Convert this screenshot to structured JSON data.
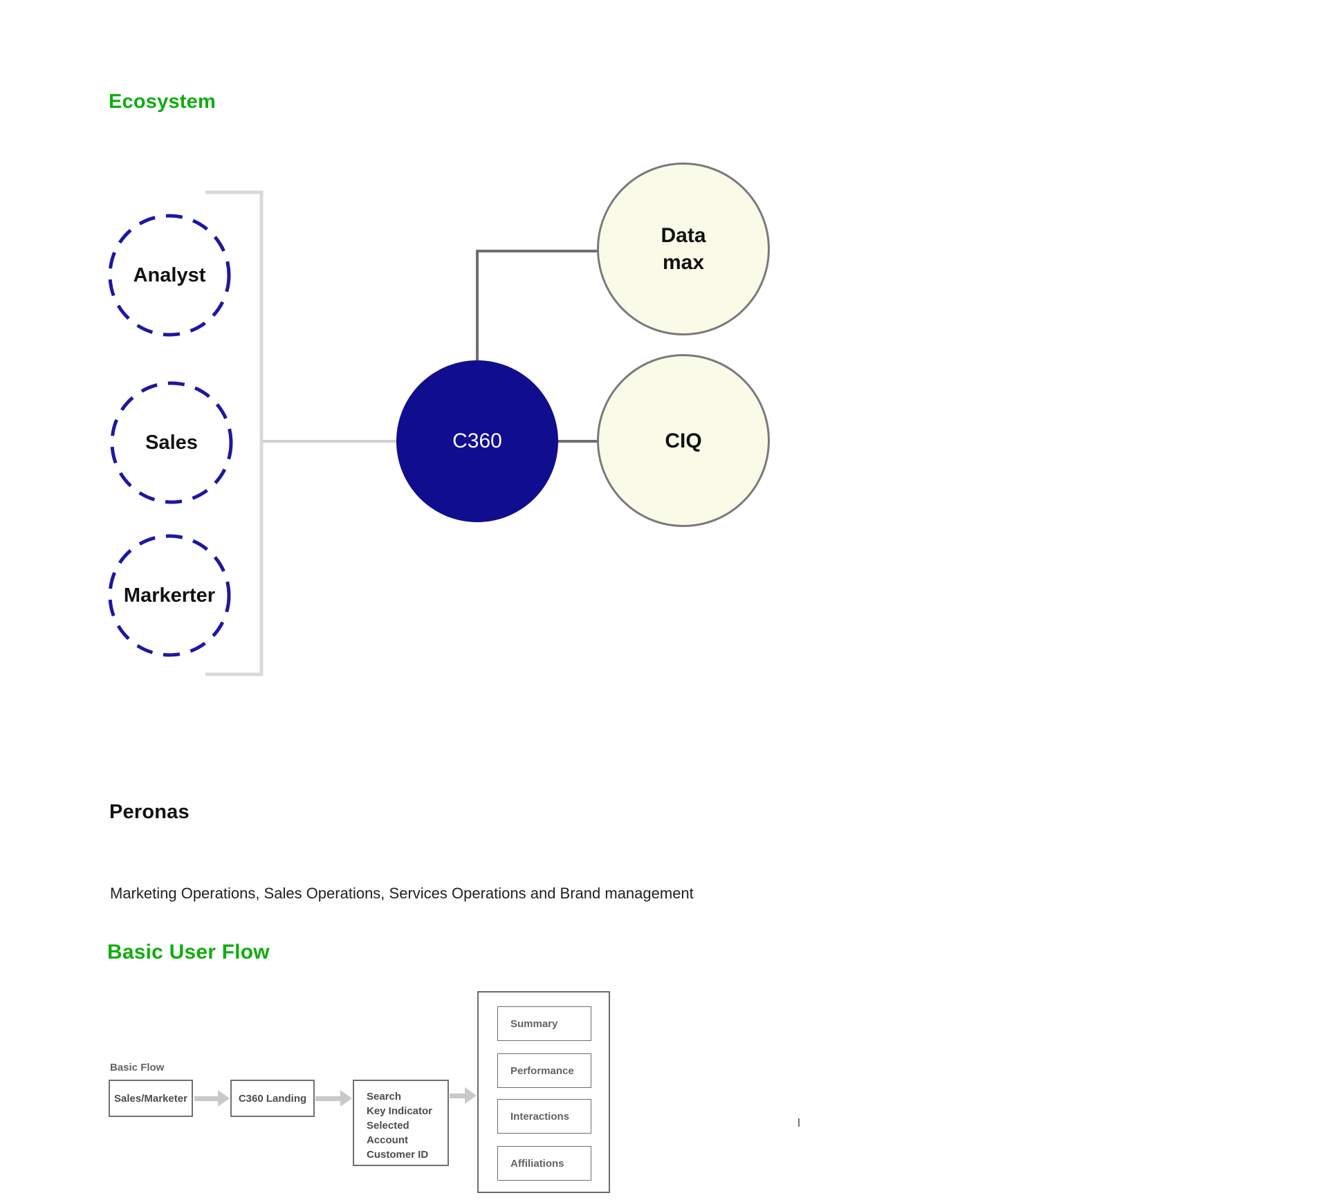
{
  "ecosystem": {
    "title": "Ecosystem",
    "personas": [
      {
        "label": "Analyst"
      },
      {
        "label": "Sales"
      },
      {
        "label": "Markerter"
      }
    ],
    "hub": {
      "label": "C360"
    },
    "systems": [
      {
        "label": "Data\nmax"
      },
      {
        "label": "CIQ"
      }
    ]
  },
  "personas_section": {
    "title": "Peronas",
    "description": "Marketing Operations, Sales Operations, Services Operations and Brand management"
  },
  "user_flow": {
    "title": "Basic User Flow",
    "flow_label": "Basic Flow",
    "steps": [
      {
        "label": "Sales/Marketer"
      },
      {
        "label": "C360 Landing"
      }
    ],
    "search_box": {
      "lines": [
        "Search",
        "Key Indicator",
        "Selected Account",
        "Customer ID"
      ]
    },
    "tabs": [
      {
        "label": "Summary"
      },
      {
        "label": "Performance"
      },
      {
        "label": "Interactions"
      },
      {
        "label": "Affiliations"
      }
    ]
  },
  "colors": {
    "heading_green": "#0fae0f",
    "hub_navy": "#110d8f",
    "persona_dash_navy": "#1c18a0",
    "system_fill_cream": "#fafae8",
    "system_border_gray": "#7a7a7a",
    "connector_dark_gray": "#6e6e6e",
    "bracket_light_gray": "#d9d9d9",
    "arrow_light_gray": "#c9c9c9"
  }
}
